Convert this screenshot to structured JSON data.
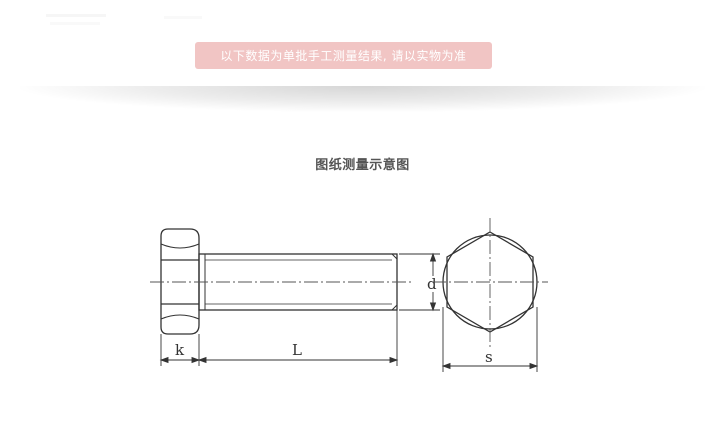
{
  "banner": {
    "text": "以下数据为单批手工测量结果, 请以实物为准",
    "background": "#f1c5c4",
    "text_color": "#ffffff"
  },
  "diagram": {
    "title": "图纸测量示意图",
    "labels": {
      "head_height": "k",
      "length": "L",
      "diameter": "d",
      "across_flats": "s"
    },
    "line_color": "#333333"
  }
}
